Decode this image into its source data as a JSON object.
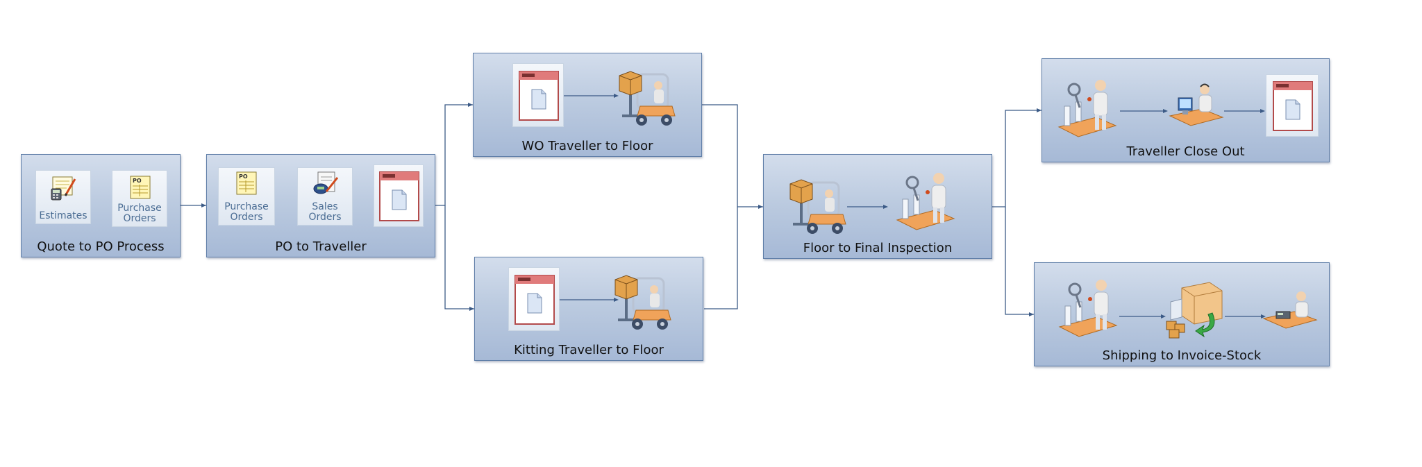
{
  "steps": {
    "quote_to_po": {
      "title": "Quote to PO Process",
      "tiles": {
        "estimates": "Estimates",
        "purchase_orders": "Purchase Orders"
      }
    },
    "po_to_traveller": {
      "title": "PO to Traveller",
      "tiles": {
        "purchase_orders": "Purchase Orders",
        "sales_orders": "Sales Orders"
      }
    },
    "wo_traveller_to_floor": {
      "title": "WO Traveller to Floor"
    },
    "kitting_traveller_to_floor": {
      "title": "Kitting Traveller to Floor"
    },
    "floor_to_final_inspection": {
      "title": "Floor to Final Inspection"
    },
    "traveller_close_out": {
      "title": "Traveller Close Out"
    },
    "shipping_to_invoice_stock": {
      "title": "Shipping to Invoice-Stock"
    }
  },
  "colors": {
    "box_border": "#5f7ea8",
    "box_fill_top": "#d3ddec",
    "box_fill_bottom": "#a6b9d6",
    "connector": "#3b5a86",
    "tile_label": "#4a6c93"
  },
  "icons": [
    "estimates-icon",
    "purchase-order-icon",
    "sales-order-icon",
    "traveller-document-icon",
    "forklift-icon",
    "inspector-icon",
    "computer-operator-icon",
    "delivery-truck-icon",
    "invoice-clerk-icon"
  ]
}
